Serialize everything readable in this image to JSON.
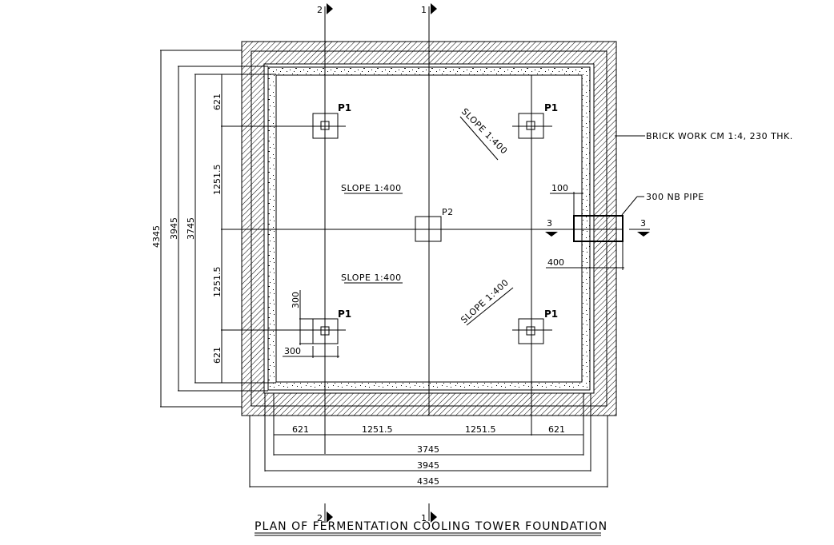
{
  "title": "PLAN OF FERMENTATION COOLING TOWER FOUNDATION",
  "grid_markers": {
    "top": [
      {
        "label": "2"
      },
      {
        "label": "1"
      }
    ],
    "bottom": [
      {
        "label": "2"
      },
      {
        "label": "1"
      }
    ]
  },
  "section_markers": [
    {
      "label": "3"
    },
    {
      "label": "3"
    }
  ],
  "pedestals": {
    "p1_label": "P1",
    "p2_label": "P2"
  },
  "slopes": {
    "left_top": "SLOPE 1:400",
    "left_bottom": "SLOPE 1:400",
    "right_top": "SLOPE 1:400",
    "right_bottom": "SLOPE 1:400"
  },
  "annotations": {
    "brick_work": "BRICK WORK CM 1:4, 230 THK.",
    "pipe": "300 NB PIPE",
    "dim_100": "100",
    "dim_400": "400",
    "pedestal_w": "300",
    "pedestal_h": "300"
  },
  "dimensions": {
    "bottom_chain": [
      "621",
      "1251.5",
      "1251.5",
      "621"
    ],
    "bottom_overall": [
      "3745",
      "3945",
      "4345"
    ],
    "left_chain": [
      "621",
      "1251.5",
      "1251.5",
      "621"
    ],
    "left_overall": [
      "3745",
      "3945",
      "4345"
    ]
  }
}
